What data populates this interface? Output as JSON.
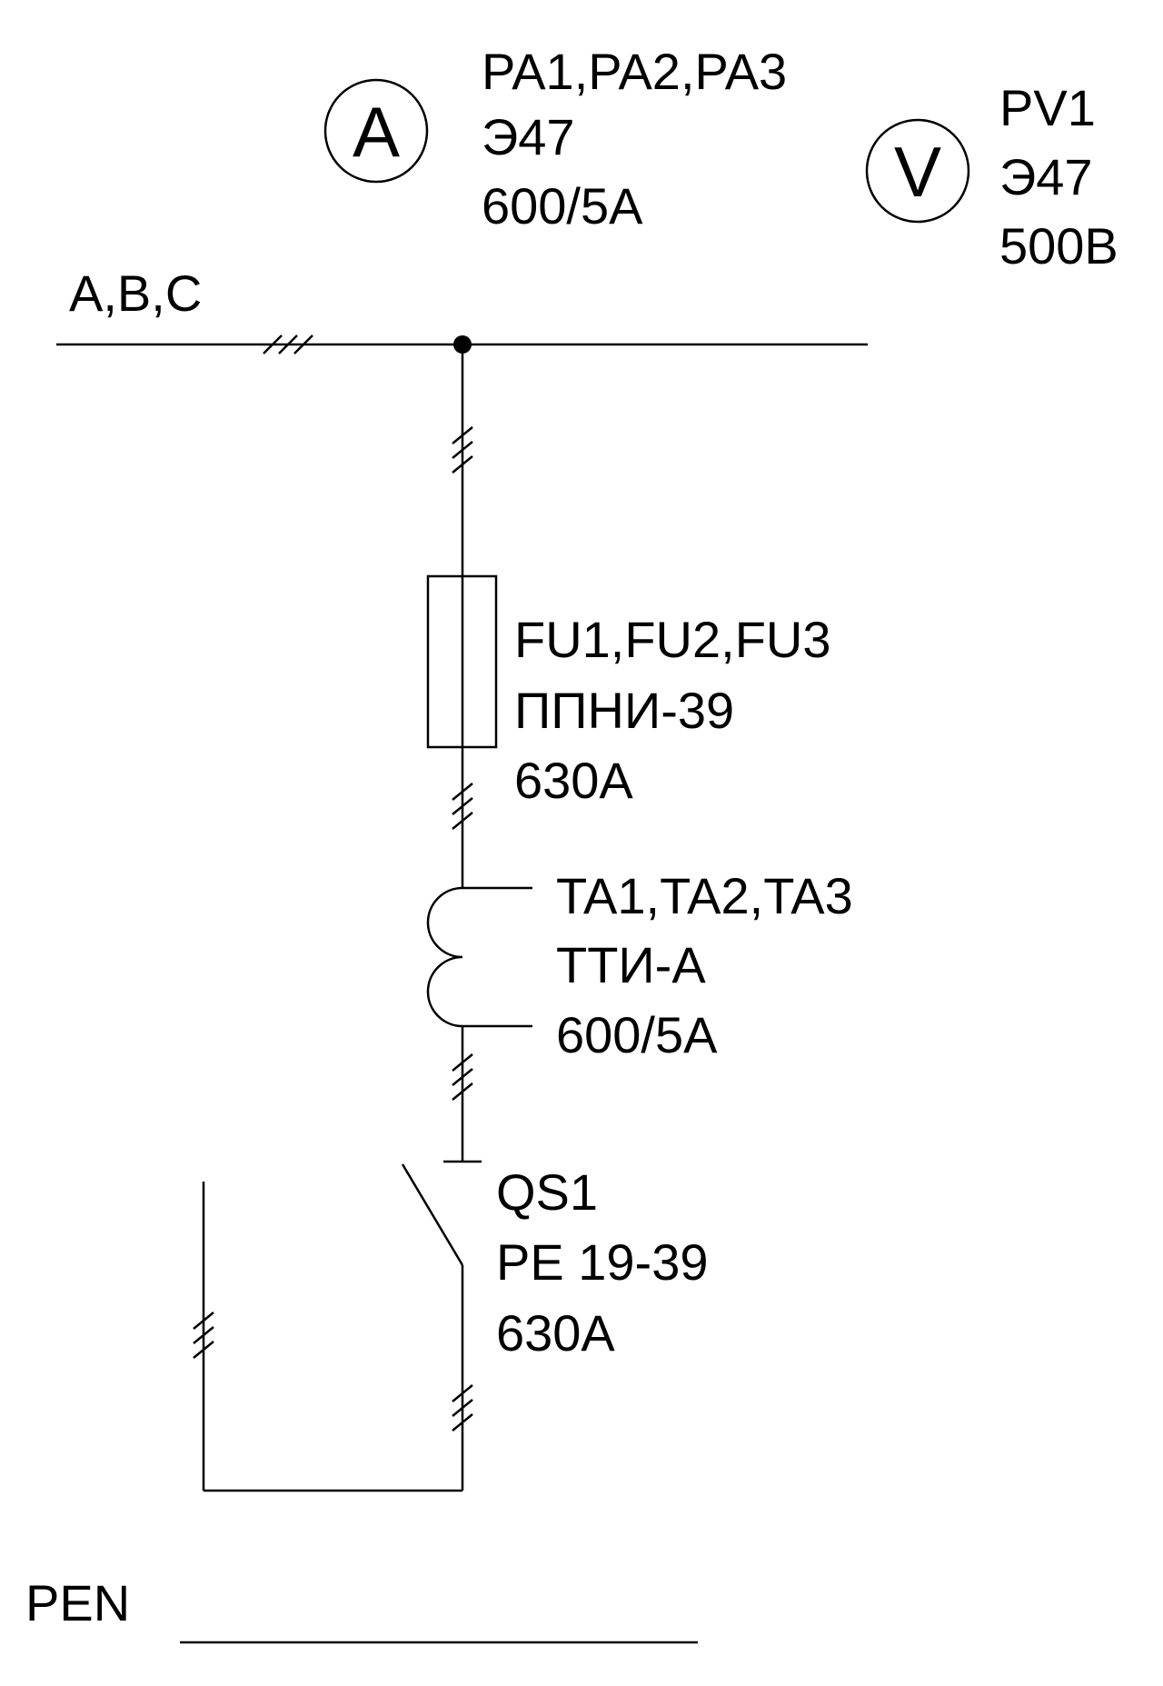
{
  "ammeter": {
    "symbol": "A",
    "designation": "PA1,PA2,PA3",
    "type": "Э47",
    "rating": "600/5A"
  },
  "voltmeter": {
    "symbol": "V",
    "designation": "PV1",
    "type": "Э47",
    "rating": "500B"
  },
  "bus": {
    "phases": "A,B,C"
  },
  "fuse": {
    "designation": "FU1,FU2,FU3",
    "type": "ППНИ-39",
    "rating": "630A"
  },
  "current_transformer": {
    "designation": "TA1,TA2,TA3",
    "type": "ТТИ-А",
    "rating": "600/5A"
  },
  "switch": {
    "designation": "QS1",
    "type": "PE 19-39",
    "rating": "630A"
  },
  "pen": {
    "label": "PEN"
  }
}
